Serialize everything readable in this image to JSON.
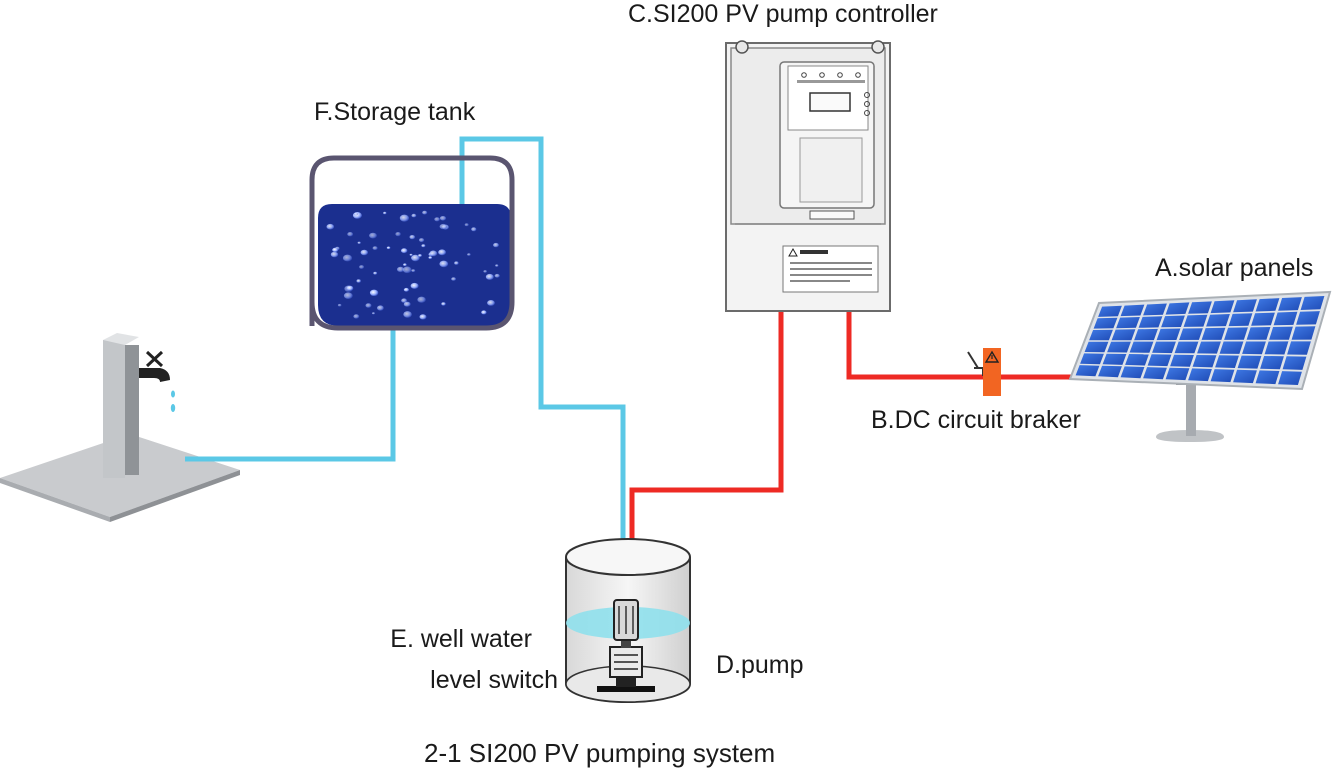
{
  "labels": {
    "controller": "C.SI200 PV pump controller",
    "storage_tank": "F.Storage tank",
    "solar_panels": "A.solar panels",
    "breaker": "B.DC circuit braker",
    "level_switch_line1": "E. well water",
    "level_switch_line2": "level switch",
    "pump": "D.pump",
    "caption": "2-1 SI200 PV pumping system"
  },
  "colors": {
    "water_pipe": "#5bc8e6",
    "power_cable": "#ee2a24",
    "tank_frame": "#5a5570",
    "tank_water": "#1b2f8f",
    "controller_body": "#f2f2f2",
    "controller_outline": "#6b6b6b",
    "solar_cell": "#2a5fd0",
    "breaker": "#f26522",
    "well_water": "#8fe0ec",
    "faucet_stand": "#b9bcc0"
  },
  "icons": [
    "faucet-icon",
    "storage-tank-icon",
    "pump-controller-icon",
    "circuit-breaker-icon",
    "solar-panel-icon",
    "well-pump-icon"
  ]
}
